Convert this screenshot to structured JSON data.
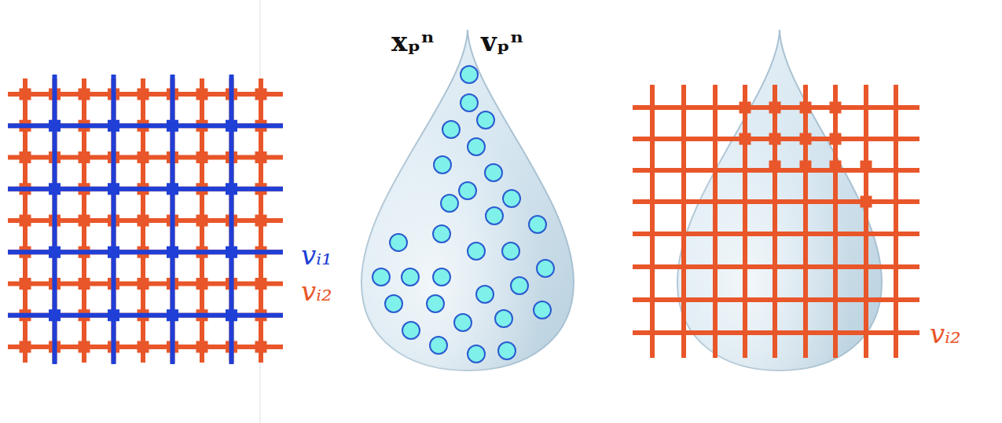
{
  "diagram": {
    "labels": [
      "xₚⁿ",
      "vₚⁿ",
      "vᵢ₁",
      "vᵢ₂",
      "vᵢ₂"
    ]
  }
}
